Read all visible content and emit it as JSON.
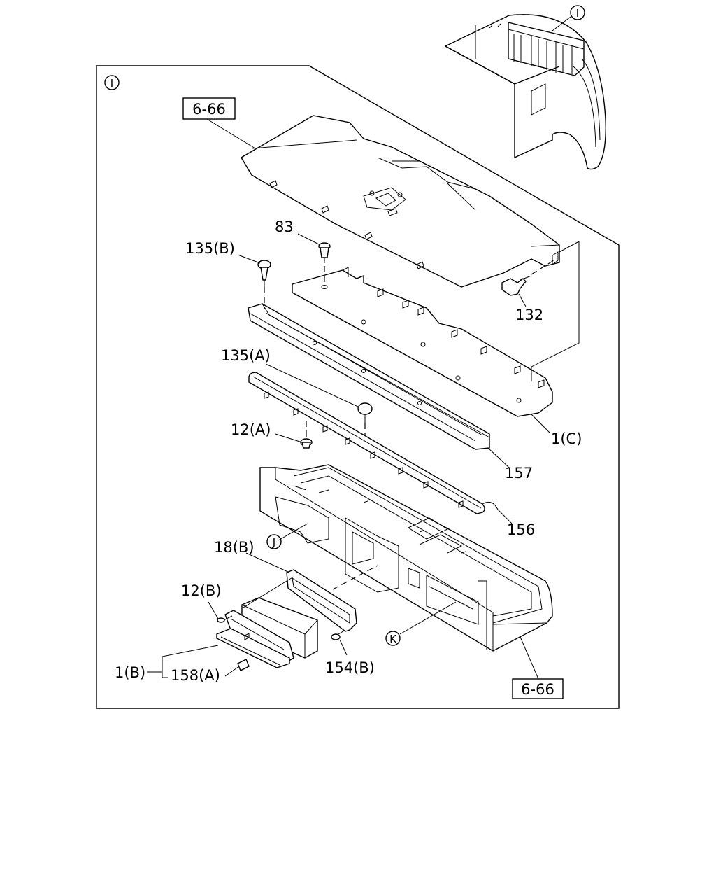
{
  "diagram": {
    "view_marker": "I",
    "callouts": {
      "ref_top": "6-66",
      "ref_bottom": "6-66",
      "c83": "83",
      "c135b": "135(B)",
      "c132": "132",
      "c135a": "135(A)",
      "c12a": "12(A)",
      "c1c": "1(C)",
      "c157": "157",
      "c156": "156",
      "c18b": "18(B)",
      "c12b": "12(B)",
      "c154b": "154(B)",
      "c1b": "1(B)",
      "c158a": "158(A)",
      "detail_j": "J",
      "detail_k": "K"
    }
  }
}
